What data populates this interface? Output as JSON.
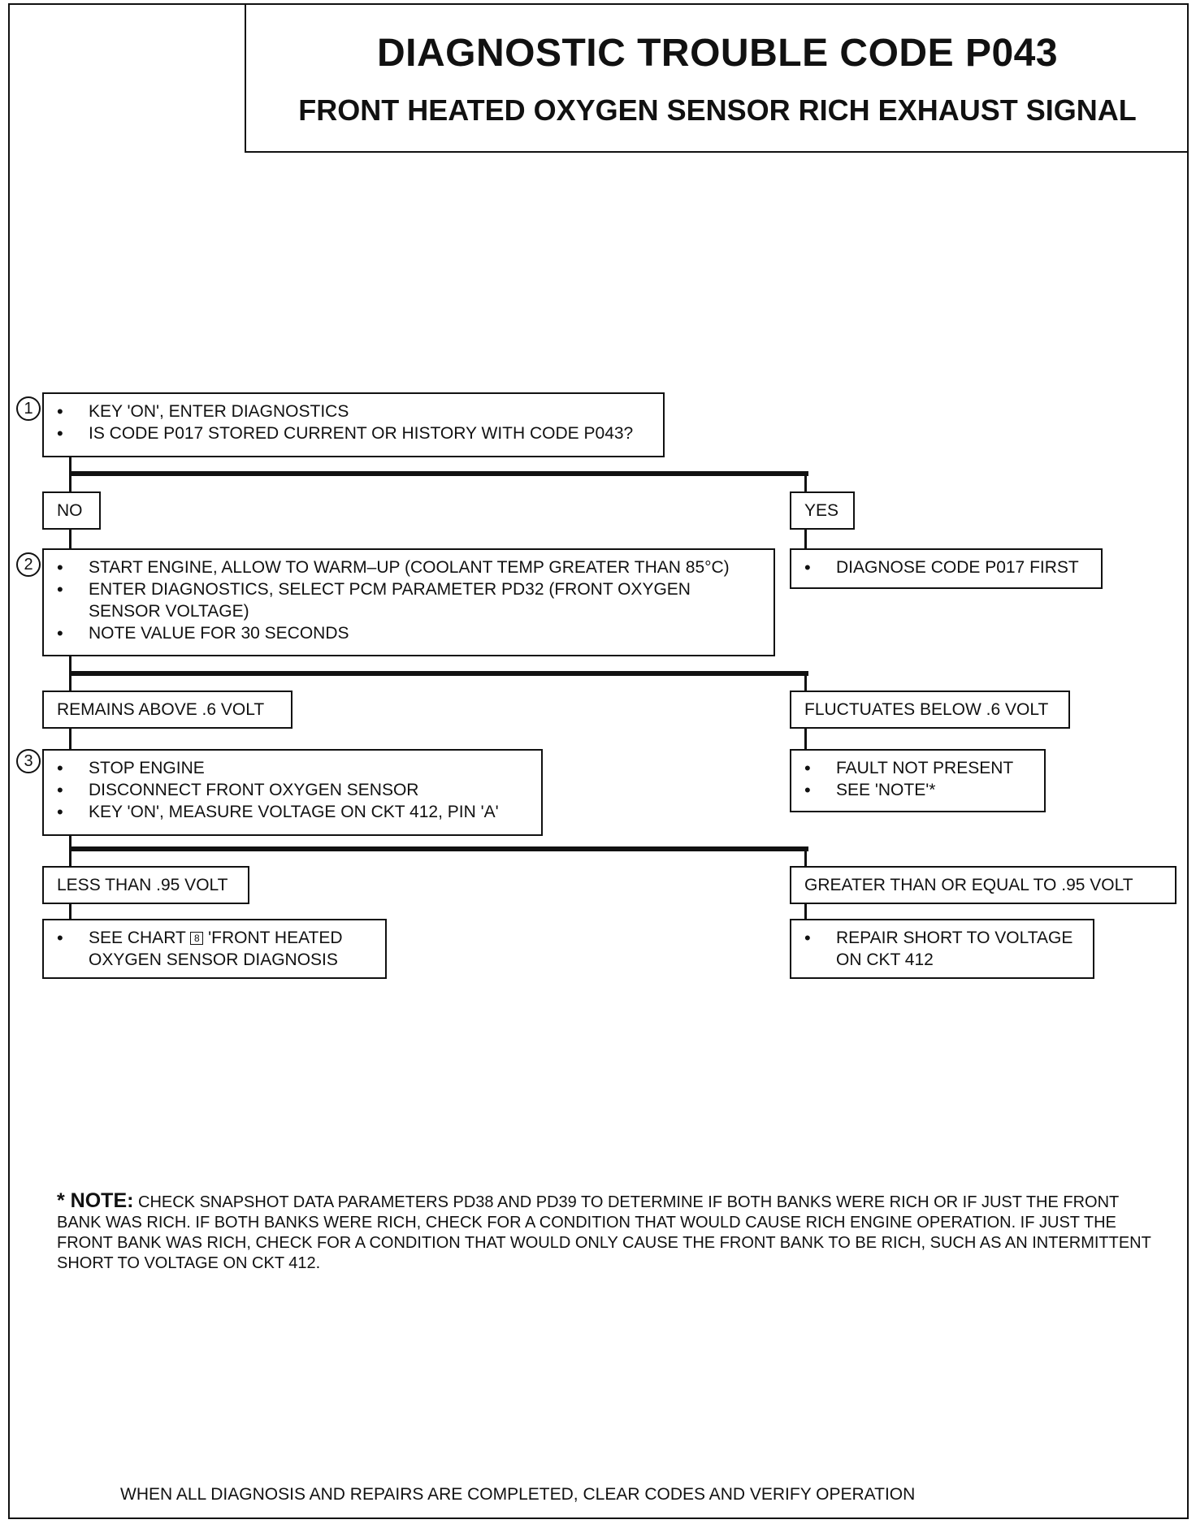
{
  "header": {
    "title": "DIAGNOSTIC TROUBLE CODE P043",
    "subtitle": "FRONT HEATED OXYGEN SENSOR RICH EXHAUST SIGNAL"
  },
  "steps": [
    {
      "number": "1",
      "bullets": [
        "KEY 'ON', ENTER DIAGNOSTICS",
        "IS CODE P017 STORED CURRENT OR HISTORY WITH CODE P043?"
      ],
      "branch_left": "NO",
      "branch_right": "YES",
      "right_result": [
        "DIAGNOSE CODE P017 FIRST"
      ]
    },
    {
      "number": "2",
      "bullets": [
        "START ENGINE, ALLOW TO WARM–UP (COOLANT TEMP GREATER THAN 85°C)",
        "ENTER DIAGNOSTICS, SELECT PCM PARAMETER PD32 (FRONT OXYGEN SENSOR VOLTAGE)",
        "NOTE VALUE FOR 30 SECONDS"
      ],
      "branch_left": "REMAINS ABOVE .6 VOLT",
      "branch_right": "FLUCTUATES BELOW .6 VOLT",
      "right_result": [
        "FAULT NOT  PRESENT",
        "SEE 'NOTE'*"
      ]
    },
    {
      "number": "3",
      "bullets": [
        "STOP ENGINE",
        "DISCONNECT FRONT OXYGEN SENSOR",
        "KEY 'ON', MEASURE VOLTAGE ON CKT 412, PIN 'A'"
      ],
      "branch_left": "LESS THAN .95 VOLT",
      "branch_right": "GREATER THAN OR EQUAL TO .95 VOLT",
      "left_result_pre": "SEE CHART",
      "left_result_ref": "8",
      "left_result_post": "'FRONT HEATED OXYGEN SENSOR DIAGNOSIS",
      "right_result": [
        "REPAIR SHORT TO VOLTAGE ON CKT 412"
      ]
    }
  ],
  "note": {
    "heading": "* NOTE:",
    "text": "CHECK SNAPSHOT DATA PARAMETERS PD38 AND PD39 TO DETERMINE IF BOTH BANKS WERE RICH OR IF JUST THE FRONT BANK WAS RICH. IF BOTH BANKS WERE RICH, CHECK FOR A CONDITION THAT WOULD CAUSE RICH ENGINE OPERATION. IF JUST THE FRONT BANK WAS RICH, CHECK FOR A CONDITION THAT WOULD ONLY CAUSE THE FRONT BANK TO BE RICH, SUCH AS AN INTERMITTENT SHORT TO VOLTAGE ON CKT 412."
  },
  "footer": "WHEN ALL DIAGNOSIS AND REPAIRS ARE COMPLETED, CLEAR CODES AND VERIFY OPERATION"
}
